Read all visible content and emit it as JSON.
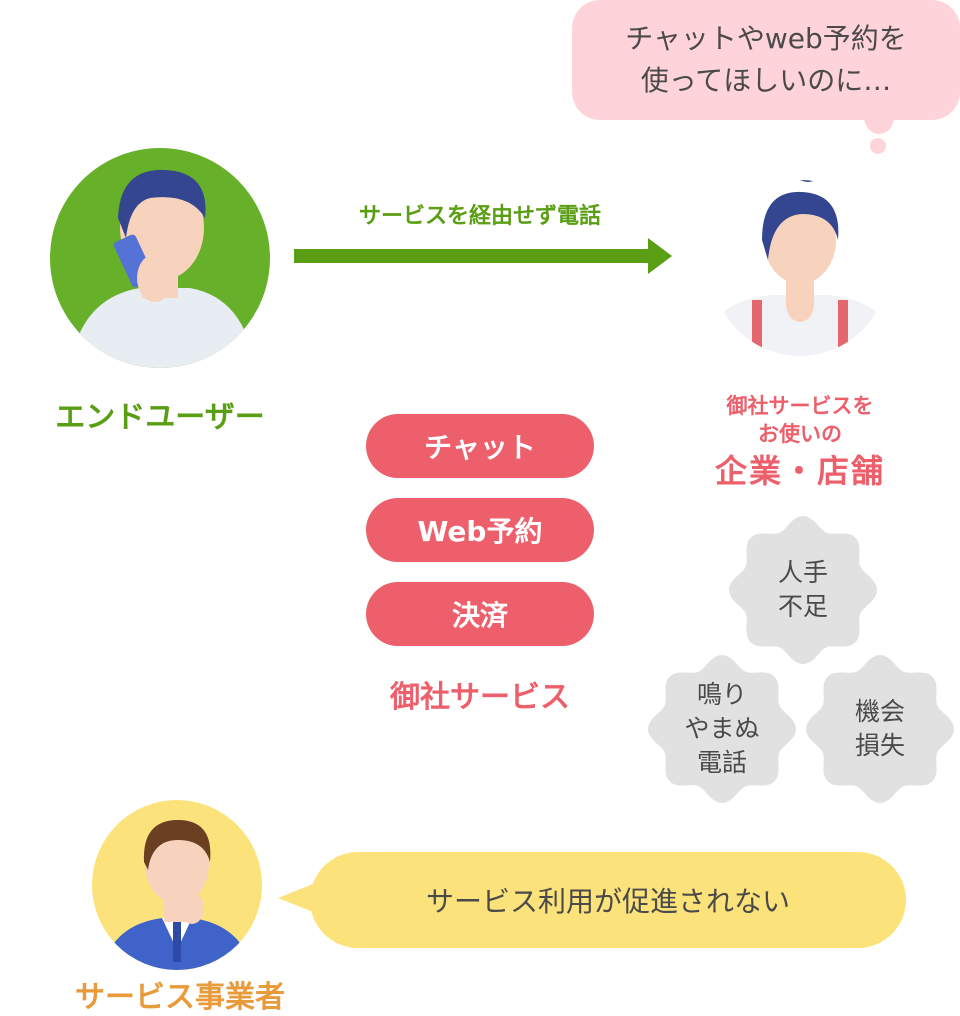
{
  "thought_bubble": {
    "line1": "チャットやweb予約を",
    "line2": "使ってほしいのに…"
  },
  "arrow": {
    "label": "サービスを経由せず電話"
  },
  "end_user": {
    "label": "エンドユーザー"
  },
  "company": {
    "line1": "御社サービスを",
    "line2": "お使いの",
    "line3": "企業・店舗"
  },
  "services": {
    "items": [
      "チャット",
      "Web予約",
      "決済"
    ],
    "label": "御社サービス"
  },
  "problems": [
    {
      "line1": "人手",
      "line2": "不足"
    },
    {
      "line1": "鳴り",
      "line2": "やまぬ",
      "line3": "電話"
    },
    {
      "line1": "機会",
      "line2": "損失"
    }
  ],
  "provider": {
    "speech": "サービス利用が促進されない",
    "label": "サービス事業者"
  },
  "colors": {
    "green": "#5a9e14",
    "red": "#ee5f6c",
    "pink": "#ffd3da",
    "yellow": "#fce27a",
    "orange": "#e99b3c",
    "gray": "#e1e1e1"
  }
}
